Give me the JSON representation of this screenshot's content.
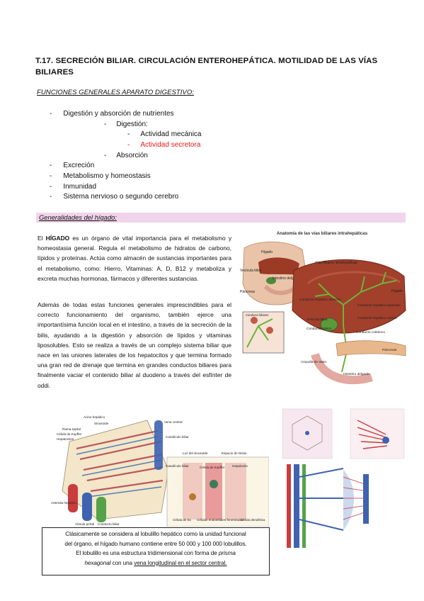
{
  "title": "T.17. SECRECIÓN BILIAR. CIRCULACIÓN ENTEROHEPÁTICA. MOTILIDAD DE LAS VÍAS BILIARES",
  "section1": {
    "heading": "FUNCIONES GENERALES APARATO DIGESTIVO:",
    "items": [
      {
        "dash": "-",
        "text": "Digestión y absorción de nutrientes"
      },
      {
        "dash": "-",
        "text": "Digestión:"
      },
      {
        "dash": "-",
        "text": "Actividad mecánica"
      },
      {
        "dash": "-",
        "text": "Actividad secretora"
      },
      {
        "dash": "-",
        "text": "Absorción"
      },
      {
        "dash": "-",
        "text": "Excreción"
      },
      {
        "dash": "-",
        "text": "Metabolismo y homeostasis"
      },
      {
        "dash": "-",
        "text": "Inmunidad"
      },
      {
        "dash": "-",
        "text": "Sistema nervioso o segundo cerebro"
      }
    ]
  },
  "section2": {
    "heading": "Generalidades del hígado:",
    "p1_bold": "HÍGADO",
    "p1_pre": "El",
    "p1_post": "es un órgano de vital importancia para el metabolismo y homeostasia general. Regula el metabolismo de hidratos de carbono, lípidos y proteínas. Actúa como almacén de sustancias importantes para el metabolismo, como: Hierro, Vitaminas: A, D, B12 y metaboliza y excreta muchas hormonas, fármacos y diferentes sustancias.",
    "p2": "Además de todas estas funciones generales imprescindibles para el correcto funcionamiento del organismo, también ejerce una importantísima función local en el intestino, a través de la secreción de la bilis, ayudando a la digestión y absorción de lípidos y vitaminas liposolubles. Esto se realiza a través de un complejo sistema biliar que nace en las uniones laterales de los hepatocitos y que termina formado una gran red de drenaje que termina en grandes conductos biliares para finalmente vaciar el contenido biliar al duodeno a través del esfínter de oddi."
  },
  "figure_biliary": {
    "title": "Anatomía de las vías biliares intrahepáticas",
    "labels": {
      "higado_small": "Hígado",
      "vesicula_small": "Vesícula biliar",
      "pancreas_small": "Páncreas",
      "intestino_small": "Intestino delgado",
      "vias": "Vías biliares intrahepáticas",
      "higado": "Hígado",
      "cd_hep_der": "Conducto hepático derecho",
      "vesicula": "Vesícula biliar",
      "cd_hep_izq": "Conducto hepático izquierdo",
      "cd_hep_comun": "Conducto hepático común",
      "cd_cistico": "Conducto cístico",
      "cd_coledoco": "Conducto colédoco",
      "pancreas": "Páncreas",
      "ampolla": "Ampolla de Vater",
      "intestino": "Intestino delgado",
      "inset": "Conducto biliares"
    }
  },
  "figure_lobule": {
    "labels": {
      "acino": "Acino hepático",
      "sinusoide": "Sinusoide",
      "rama_septal": "Rama septal",
      "kupffer": "Célula de Kupffer",
      "hepatocitos": "Hepatocitos",
      "vena_central": "Vena central",
      "canaliculo": "Canalículo biliar",
      "luz": "Luz del sinusoide",
      "espacio": "Espacio de Disse",
      "canaliculo2": "Canalículo biliar",
      "kupffer2": "Célula de Kupffer",
      "hepatocito": "Hepatocito",
      "arteriola": "Arteriola hepática",
      "venula": "Vénula portal",
      "conducto": "Conducto biliar",
      "ito": "Célula de Ito",
      "endoteliales": "Células endoteliales fenestradas",
      "dendritica": "Célula dendrítica"
    }
  },
  "caption": {
    "l1": "Clásicamente se considera al lobulillo hepático como la unidad funcional",
    "l2": "del órgano, el hígado humano contiene entre 50 000 y 100 000 lobulillos.",
    "l3": "El lobulillo es una estructura tridimensional con forma de",
    "l3_italic": "prisma",
    "l4_italic": "hexagonal",
    "l4_mid": "con una",
    "l4_underline": "vena longitudinal en el sector central."
  }
}
